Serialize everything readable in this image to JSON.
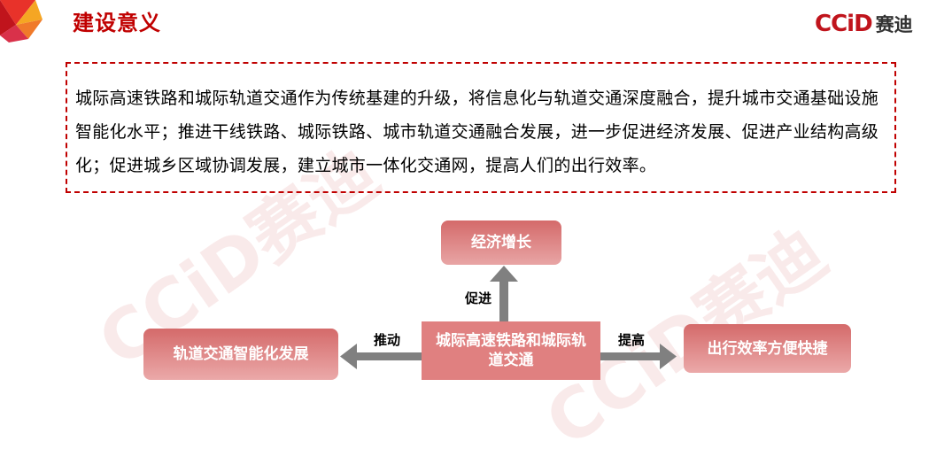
{
  "header": {
    "title": "建设意义",
    "logo_mark": "CCiD",
    "logo_cn": "赛迪"
  },
  "watermark": "CCiD赛迪",
  "description": "城际高速铁路和城际轨道交通作为传统基建的升级，将信息化与轨道交通深度融合，提升城市交通基础设施智能化水平；推进干线铁路、城际铁路、城市轨道交通融合发展，进一步促进经济发展、促进产业结构高级化；促进城乡区域协调发展，建立城市一体化交通网，提高人们的出行效率。",
  "diagram": {
    "center": "城际高速铁路和城际轨道交通",
    "top": {
      "label": "经济增长",
      "edge": "促进"
    },
    "left": {
      "label": "轨道交通智能化发展",
      "edge": "推动"
    },
    "right": {
      "label": "出行效率方便快捷",
      "edge": "提高"
    }
  },
  "colors": {
    "title_red": "#c00000",
    "node_fill": "#e08080",
    "arrow_gray": "#808080",
    "border_dash": "#c00000"
  }
}
